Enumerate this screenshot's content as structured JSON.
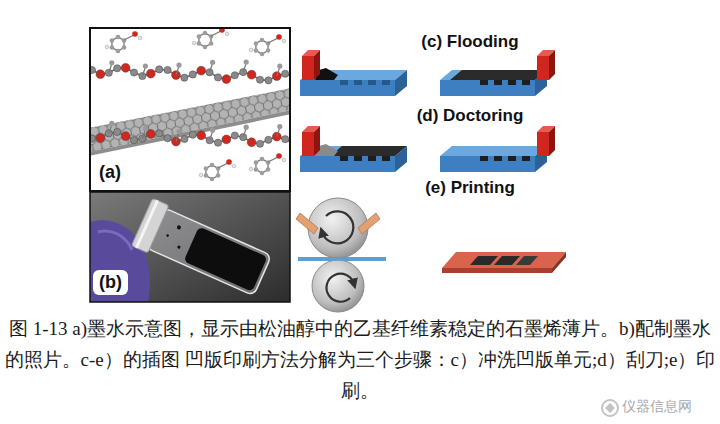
{
  "diagram": {
    "caption": "图 1-13 a)墨水示意图，显示由松油醇中的乙基纤维素稳定的石墨烯薄片。b)配制墨水的照片。c-e）的插图 凹版印刷方法分解为三个步骤：c）冲洗凹版单元;d）刮刀;e）印刷。",
    "labels": [
      "(a)",
      "(b)",
      "(c) Flooding",
      "(d) Doctoring",
      "(e) Printing",
      "仪器信息网"
    ]
  }
}
